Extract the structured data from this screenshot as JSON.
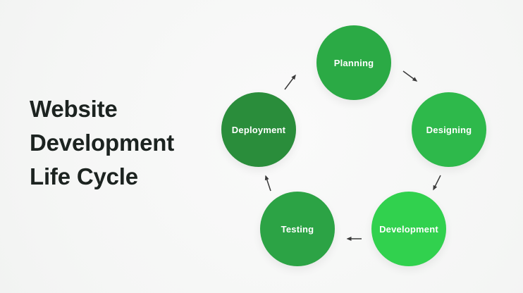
{
  "page": {
    "background_color": "#f5f6f5"
  },
  "title": {
    "text": "Website Development Life Cycle",
    "lines": [
      "Website",
      "Development",
      "Life Cycle"
    ],
    "color": "#1c2320"
  },
  "diagram": {
    "type": "cycle",
    "label_color": "#ffffff",
    "arrow_color": "#3a3a3a",
    "steps": [
      {
        "label": "Planning",
        "color": "#2baa45",
        "position": "top"
      },
      {
        "label": "Designing",
        "color": "#2eb94b",
        "position": "right"
      },
      {
        "label": "Development",
        "color": "#31d14e",
        "position": "bottom-right"
      },
      {
        "label": "Testing",
        "color": "#2ca345",
        "position": "bottom-left"
      },
      {
        "label": "Deployment",
        "color": "#2a8d3b",
        "position": "left"
      }
    ],
    "connections": [
      {
        "from": "Planning",
        "to": "Designing"
      },
      {
        "from": "Designing",
        "to": "Development"
      },
      {
        "from": "Development",
        "to": "Testing"
      },
      {
        "from": "Testing",
        "to": "Deployment"
      },
      {
        "from": "Deployment",
        "to": "Planning"
      }
    ]
  }
}
